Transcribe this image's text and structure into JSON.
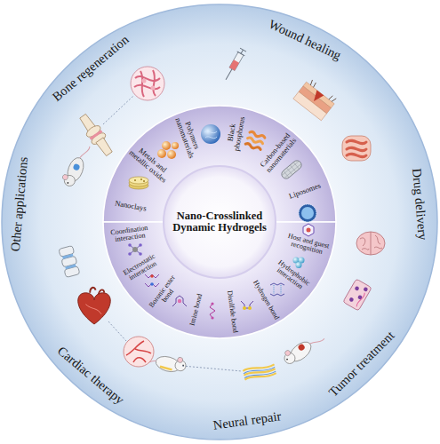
{
  "diagram": {
    "nodes": [
      {
        "text": [
          "Bone regeneration",
          "Wound healing",
          "Drug delivery",
          "Tumor treatment",
          "Neural repair",
          "Cardiac therapy",
          "Other applications"
        ]
      },
      {
        "text": [
          "Nanoclays",
          "Metals and metallic oxides",
          "Polymers nanomaterials",
          "Black phosphorus",
          "Carbon-based nanomaterials",
          "Liposomes"
        ],
        "in": 0
      },
      {
        "text": [
          "Coordination interaction",
          "Electrostatic interaction",
          "Boronic ester bond",
          "Imine bond",
          "Disulfide bond",
          "Hydrogen bond",
          "Hydrophobic interaction",
          "Host and guest recognition"
        ],
        "in": 0
      },
      {
        "text": [
          "Nano-Crosslinked Dynamic Hydrogels"
        ],
        "in": 0
      }
    ]
  }
}
